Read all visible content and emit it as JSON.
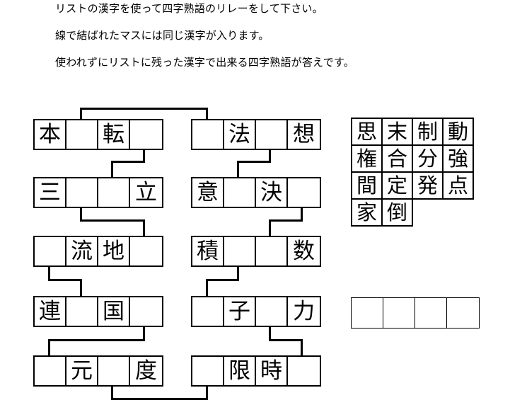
{
  "instructions": [
    "リストの漢字を使って四字熟語のリレーをして下さい。",
    "線で結ばれたマスには同じ漢字が入ります。",
    "使われずにリストに残った漢字で出来る四字熟語が答えです。"
  ],
  "left_grid": {
    "rows": [
      {
        "cells": [
          "本",
          "",
          "転",
          ""
        ]
      },
      {
        "cells": [
          "三",
          "",
          "",
          "立"
        ]
      },
      {
        "cells": [
          "",
          "流",
          "地",
          ""
        ]
      },
      {
        "cells": [
          "連",
          "",
          "国",
          ""
        ]
      },
      {
        "cells": [
          "",
          "元",
          "",
          "度"
        ]
      }
    ]
  },
  "right_grid": {
    "rows": [
      {
        "cells": [
          "",
          "法",
          "",
          "想"
        ]
      },
      {
        "cells": [
          "意",
          "",
          "決",
          ""
        ]
      },
      {
        "cells": [
          "積",
          "",
          "",
          "数"
        ]
      },
      {
        "cells": [
          "",
          "子",
          "",
          "力"
        ]
      },
      {
        "cells": [
          "",
          "限",
          "時",
          ""
        ]
      }
    ]
  },
  "list_box": {
    "rows": [
      {
        "cells": [
          "思",
          "末",
          "制",
          "動"
        ]
      },
      {
        "cells": [
          "権",
          "合",
          "分",
          "強"
        ]
      },
      {
        "cells": [
          "間",
          "定",
          "発",
          "点"
        ]
      },
      {
        "cells": [
          "家",
          "倒",
          "",
          ""
        ]
      }
    ]
  },
  "answer_box": {
    "cells": [
      "",
      "",
      "",
      ""
    ]
  },
  "colors": {
    "line": "#000000",
    "background": "#ffffff"
  }
}
